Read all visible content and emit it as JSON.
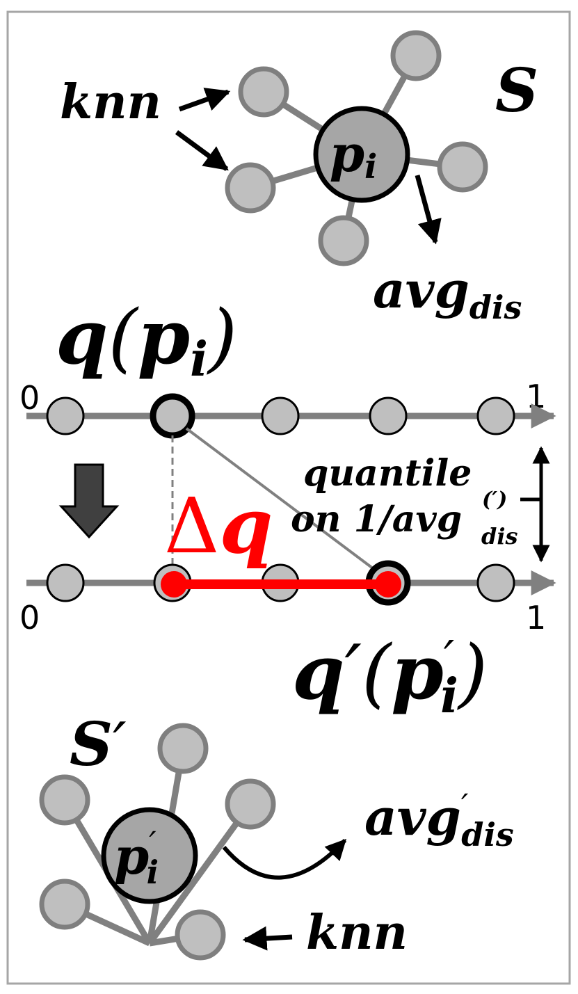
{
  "colors": {
    "frame": "#a6a6a6",
    "node_fill": "#bfbfbf",
    "node_stroke": "#7f7f7f",
    "edge": "#808080",
    "center_fill": "#a6a6a6",
    "black": "#000000",
    "axis": "#808080",
    "highlight": "#ff0000",
    "big_arrow": "#404040"
  },
  "top_graph": {
    "set_label": "S",
    "center_main": "p",
    "center_sub": "i",
    "knn_label": "knn",
    "avg_main": "avg",
    "avg_sub": "dis"
  },
  "quantile_top": {
    "label_main": "q",
    "label_paren_open": "(",
    "label_p": "p",
    "label_sub": "i",
    "label_paren_close": ")",
    "start": "0",
    "end": "1"
  },
  "quantile_bottom": {
    "label_main": "q",
    "label_prime": "′",
    "label_paren_open": "(",
    "label_p": "p",
    "label_p_prime": "′",
    "label_sub": "i",
    "label_paren_close": ")",
    "start": "0",
    "end": "1"
  },
  "delta": {
    "symbol": "Δ",
    "main": "q"
  },
  "quantile_note": {
    "line1": "quantile",
    "line2_on": "on 1/",
    "line2_avg": "avg",
    "line2_sup": "(′)",
    "line2_sub": "dis"
  },
  "bottom_graph": {
    "set_label": "S",
    "set_prime": "′",
    "center_main": "p",
    "center_prime": "′",
    "center_sub": "i",
    "knn_label": "knn",
    "avg_main": "avg",
    "avg_prime": "′",
    "avg_sub": "dis"
  }
}
